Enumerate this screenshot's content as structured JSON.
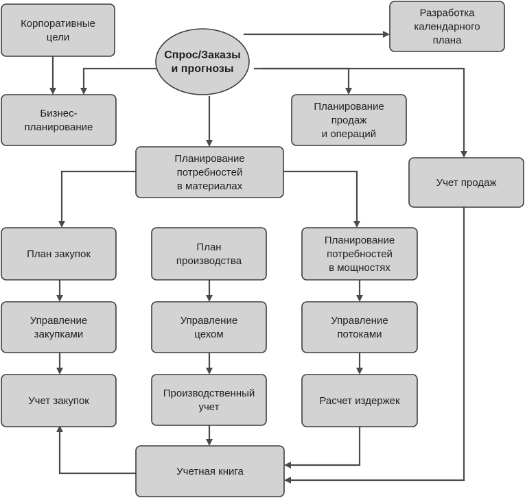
{
  "nodes": {
    "corporate_goals": "Корпоративные\nцели",
    "demand_orders_forecasts": "Спрос/Заказы\nи прогнозы",
    "calendar_plan_development": "Разработка\nкалендарного\nплана",
    "business_planning": "Бизнес-\nпланирование",
    "sales_operations_planning": "Планирование\nпродаж\nи операций",
    "material_requirements_planning": "Планирование\nпотребностей\nв материалах",
    "sales_accounting": "Учет продаж",
    "purchasing_plan": "План закупок",
    "production_plan": "План\nпроизводства",
    "capacity_requirements_planning": "Планирование\nпотребностей\nв мощностях",
    "purchasing_management": "Управление\nзакупками",
    "shop_management": "Управление\nцехом",
    "flow_management": "Управление\nпотоками",
    "purchasing_accounting": "Учет закупок",
    "production_accounting": "Производственный\nучет",
    "cost_calculation": "Расчет издержек",
    "ledger": "Учетная книга"
  }
}
